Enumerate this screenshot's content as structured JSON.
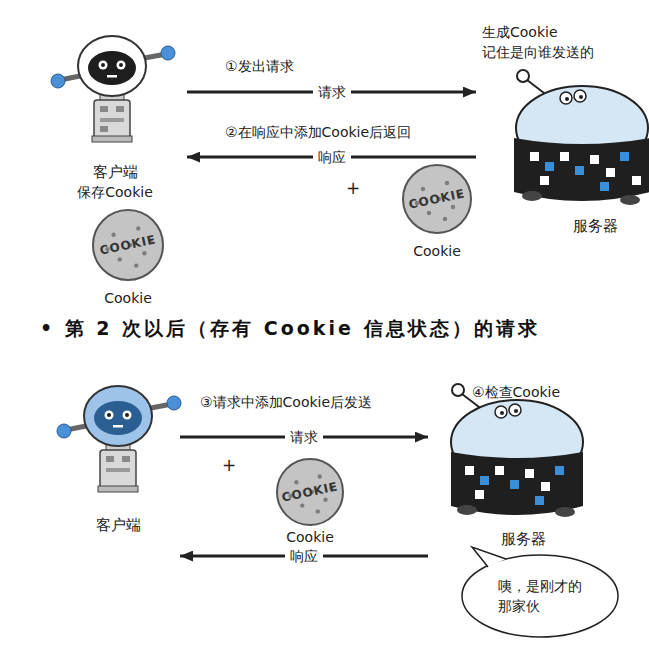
{
  "diagram": {
    "nodes": [
      {
        "text": [
          "客户端",
          "保存Cookie"
        ]
      },
      {
        "text": [
          "生成Cookie 记住是向谁发送的",
          "服务器"
        ]
      },
      {
        "text": [
          "COOKIE",
          "Cookie"
        ]
      },
      {
        "text": [
          "COOKIE",
          "Cookie"
        ]
      },
      {
        "text": [
          "客户端"
        ]
      },
      {
        "text": [
          "COOKIE",
          "Cookie"
        ]
      },
      {
        "text": [
          "④检查Cookie",
          "服务器"
        ]
      },
      {
        "text": [
          "咦，是刚才的 那家伙"
        ]
      }
    ],
    "edges": [
      {
        "from": 0,
        "to": 1,
        "label": "请求",
        "arrow": "to"
      },
      {
        "from": 1,
        "to": 0,
        "label": "响应",
        "arrow": "to"
      },
      {
        "from": 4,
        "to": 6,
        "label": "请求",
        "arrow": "to"
      },
      {
        "from": 6,
        "to": 4,
        "label": "响应",
        "arrow": "to"
      }
    ],
    "labels": [
      "①发出请求",
      "②在响应中添加Cookie后返回",
      "+",
      "• 第 2 次以后（存有 Cookie 信息状态）的请求",
      "③请求中添加Cookie后发送",
      "+"
    ]
  }
}
